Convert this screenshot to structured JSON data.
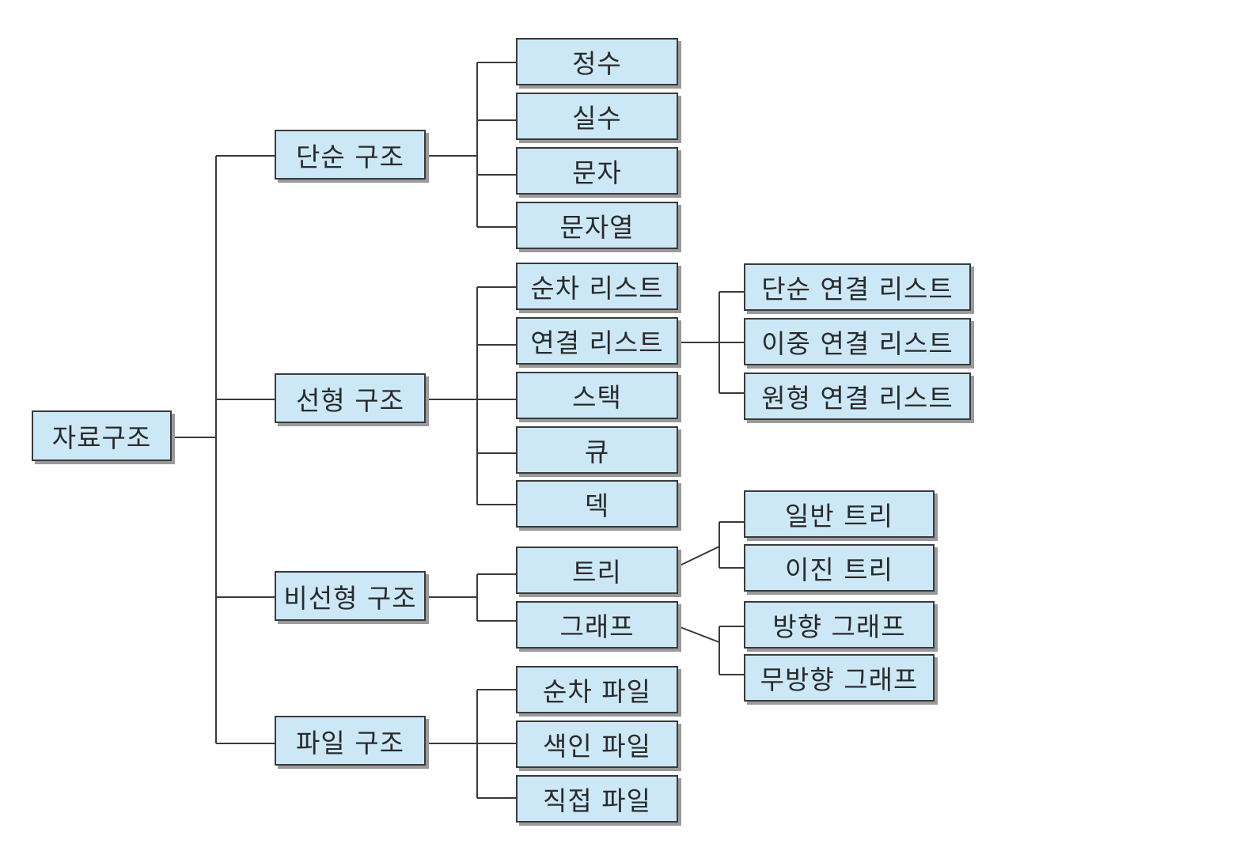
{
  "colors": {
    "node_fill": "#cce8f7",
    "node_border": "#3a3a3a",
    "line": "#3a3a3a"
  },
  "tree": {
    "label": "자료구조",
    "children": [
      {
        "label": "단순 구조",
        "children": [
          {
            "label": "정수"
          },
          {
            "label": "실수"
          },
          {
            "label": "문자"
          },
          {
            "label": "문자열"
          }
        ]
      },
      {
        "label": "선형 구조",
        "children": [
          {
            "label": "순차 리스트"
          },
          {
            "label": "연결 리스트",
            "children": [
              {
                "label": "단순 연결 리스트"
              },
              {
                "label": "이중 연결 리스트"
              },
              {
                "label": "원형 연결 리스트"
              }
            ]
          },
          {
            "label": "스택"
          },
          {
            "label": "큐"
          },
          {
            "label": "덱"
          }
        ]
      },
      {
        "label": "비선형 구조",
        "children": [
          {
            "label": "트리",
            "children": [
              {
                "label": "일반 트리"
              },
              {
                "label": "이진 트리"
              }
            ]
          },
          {
            "label": "그래프",
            "children": [
              {
                "label": "방향 그래프"
              },
              {
                "label": "무방향 그래프"
              }
            ]
          }
        ]
      },
      {
        "label": "파일 구조",
        "children": [
          {
            "label": "순차 파일"
          },
          {
            "label": "색인 파일"
          },
          {
            "label": "직접 파일"
          }
        ]
      }
    ]
  }
}
